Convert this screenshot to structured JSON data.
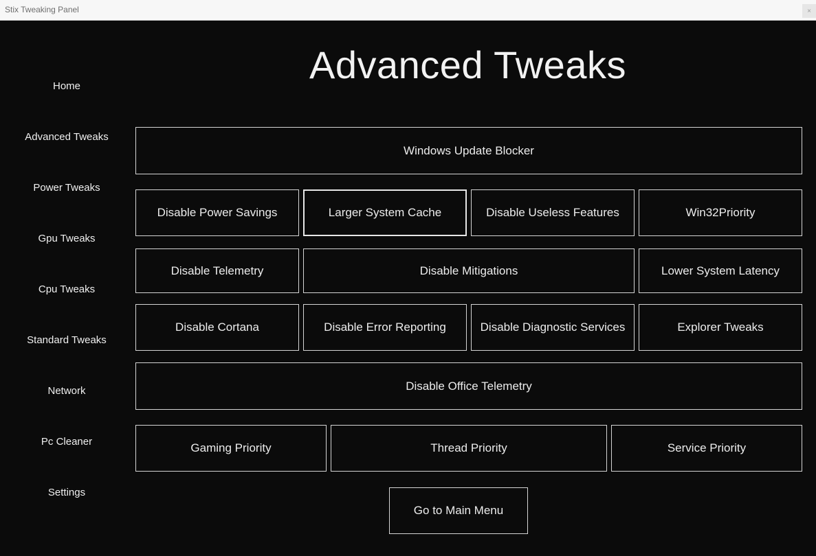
{
  "window": {
    "title": "Stix Tweaking Panel",
    "close_glyph": "×"
  },
  "page_title": "Advanced Tweaks",
  "sidebar": {
    "items": [
      {
        "label": "Home"
      },
      {
        "label": "Advanced Tweaks"
      },
      {
        "label": "Power Tweaks"
      },
      {
        "label": "Gpu Tweaks"
      },
      {
        "label": "Cpu Tweaks"
      },
      {
        "label": "Standard Tweaks"
      },
      {
        "label": "Network"
      },
      {
        "label": "Pc Cleaner"
      },
      {
        "label": "Settings"
      }
    ]
  },
  "tweaks": {
    "windows_update_blocker": "Windows Update Blocker",
    "disable_power_savings": "Disable Power Savings",
    "larger_system_cache": "Larger System Cache",
    "disable_useless_features": "Disable Useless Features",
    "win32priority": "Win32Priority",
    "disable_telemetry": "Disable Telemetry",
    "disable_mitigations": "Disable Mitigations",
    "lower_system_latency": "Lower System Latency",
    "disable_cortana": "Disable Cortana",
    "disable_error_reporting": "Disable Error Reporting",
    "disable_diagnostic_services": "Disable Diagnostic Services",
    "explorer_tweaks": "Explorer Tweaks",
    "disable_office_telemetry": "Disable Office Telemetry",
    "gaming_priority": "Gaming Priority",
    "thread_priority": "Thread Priority",
    "service_priority": "Service Priority"
  },
  "main_menu_button": "Go to Main Menu",
  "colors": {
    "background": "#0b0b0b",
    "text": "#ececec",
    "border": "#d6d6d6"
  }
}
